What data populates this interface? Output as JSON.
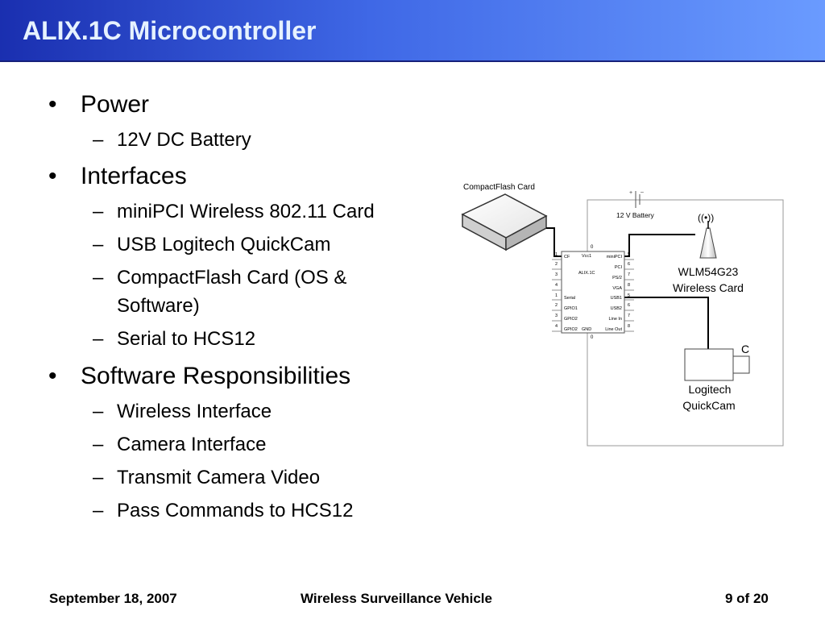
{
  "slide": {
    "title": "ALIX.1C Microcontroller",
    "bullets": [
      {
        "text": "Power",
        "sub": [
          "12V DC Battery"
        ]
      },
      {
        "text": "Interfaces",
        "sub": [
          "miniPCI Wireless 802.11 Card",
          "USB Logitech QuickCam",
          "CompactFlash Card (OS & ",
          "Software)",
          "Serial to HCS12"
        ]
      },
      {
        "text": "Software Responsibilities",
        "sub": [
          "Wireless Interface",
          "Camera Interface",
          "Transmit Camera Video",
          "Pass Commands to HCS12"
        ]
      }
    ]
  },
  "diagram": {
    "cf_label": "CompactFlash Card",
    "battery_label": "12 V Battery",
    "battery_plus": "+",
    "battery_minus": "–",
    "antenna_glyph": "((•))",
    "wlm_line1": "WLM54G23",
    "wlm_line2": "Wireless Card",
    "cam_letter": "C",
    "cam_line1": "Logitech",
    "cam_line2": "QuickCam",
    "board": {
      "top_num": "0",
      "bottom_num": "0",
      "vcc": "Vcc1",
      "name": "ALIX.1C",
      "gnd": "GND",
      "left_pins": [
        "CF",
        "Serial",
        "GPIO1",
        "GPIO2",
        "GPIO2"
      ],
      "right_pins": [
        "miniPCI",
        "PCI",
        "PS/2",
        "VGA",
        "USB1",
        "USB2",
        "Line In",
        "Line Out"
      ],
      "left_nums": [
        "1",
        "2",
        "3",
        "4",
        "1",
        "2",
        "3",
        "4"
      ],
      "right_nums": [
        "5",
        "6",
        "7",
        "8",
        "5",
        "6",
        "7",
        "8"
      ]
    }
  },
  "footer": {
    "date": "September 18, 2007",
    "project": "Wireless Surveillance Vehicle",
    "page": "9 of 20"
  }
}
